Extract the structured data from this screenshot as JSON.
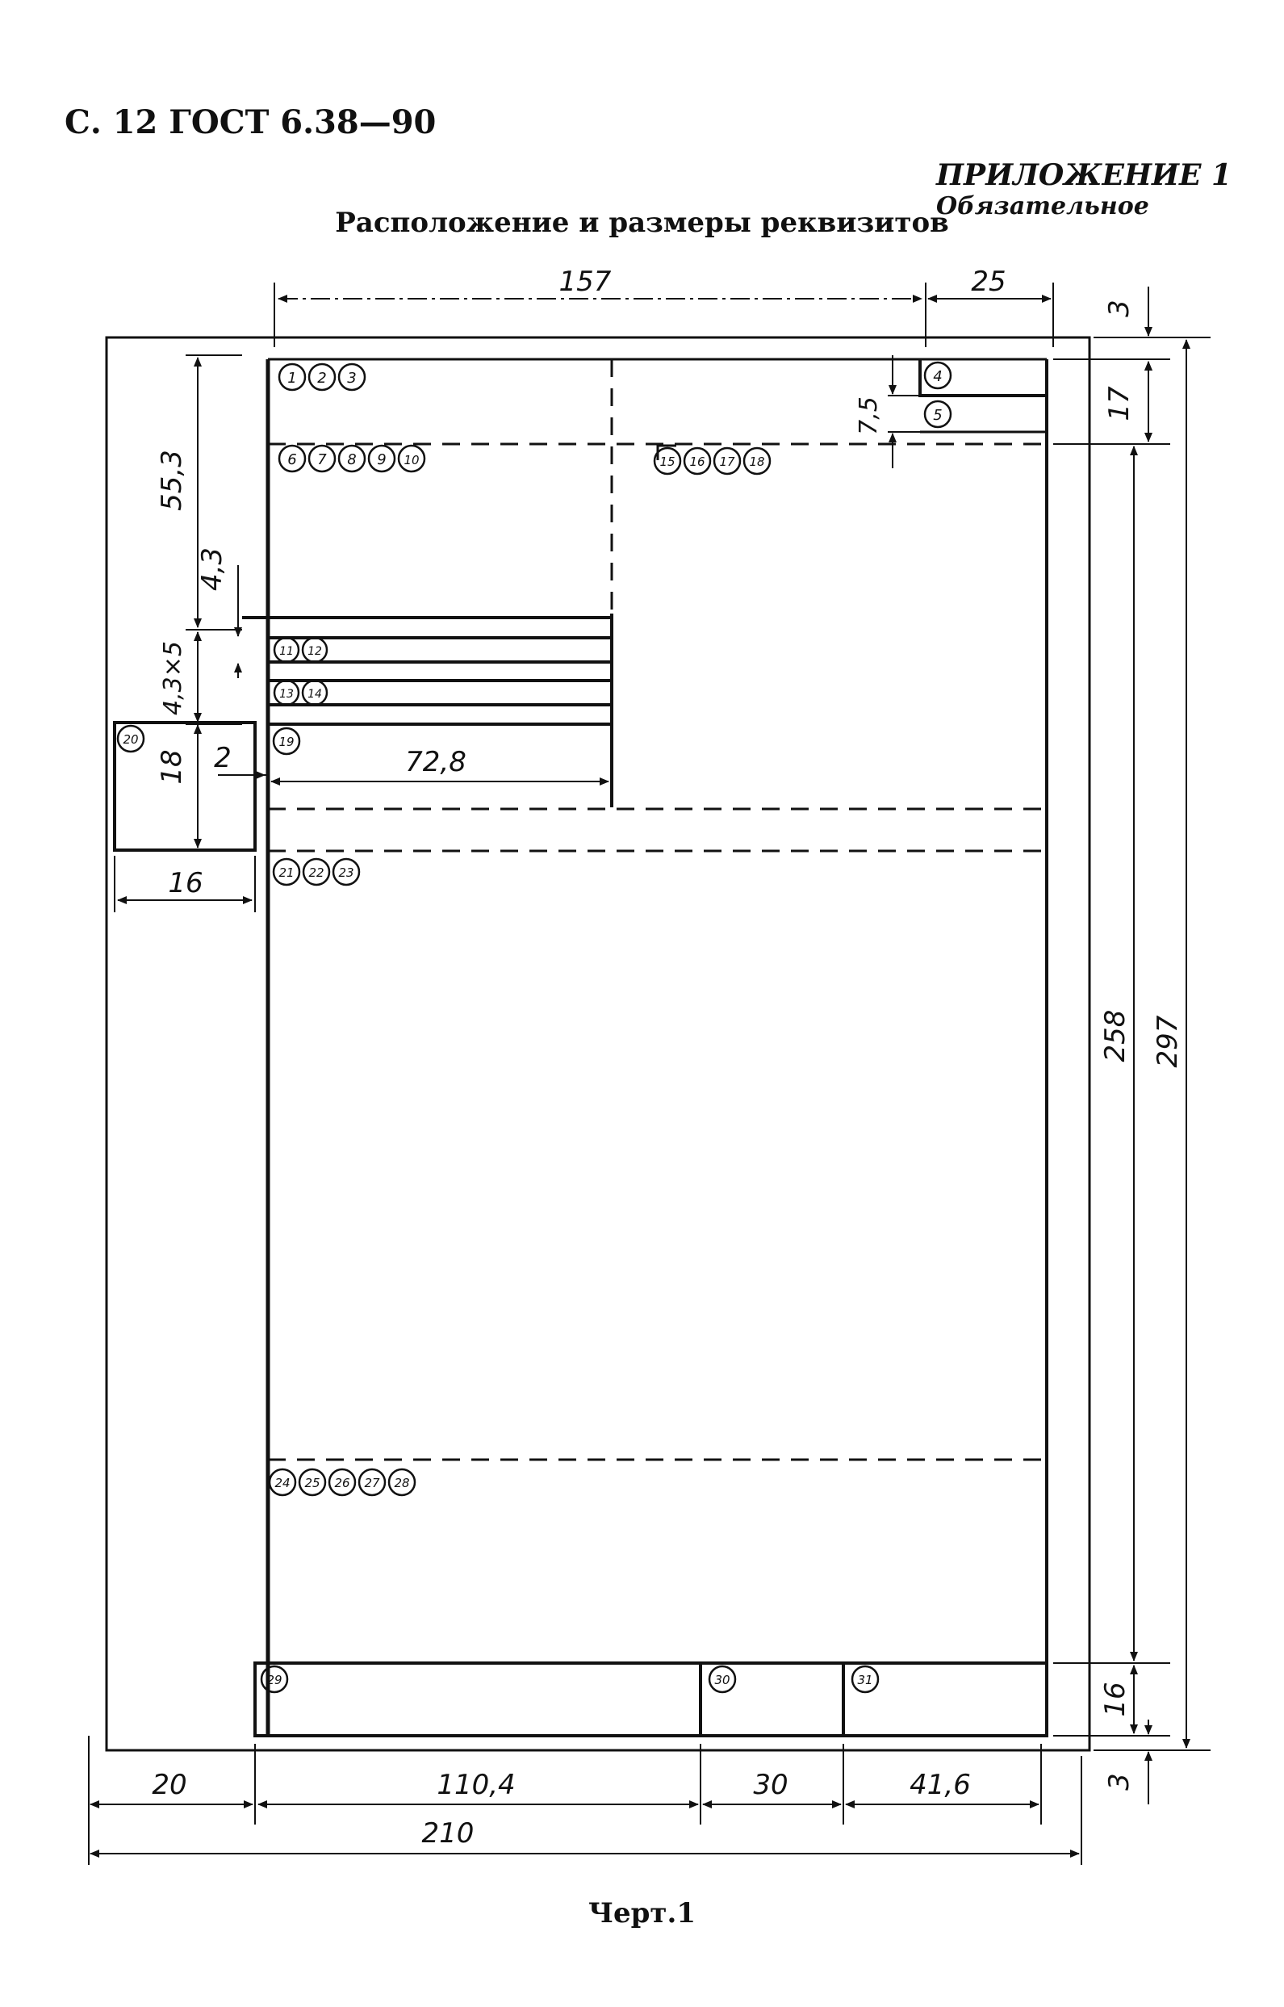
{
  "header": {
    "page_ref": "С. 12 ГОСТ 6.38—90",
    "appendix_title": "ПРИЛОЖЕНИЕ 1",
    "appendix_status": "Обязательное",
    "title": "Расположение и размеры реквизитов"
  },
  "caption": "Черт.1",
  "dimensions": {
    "d157": "157",
    "d25": "25",
    "d3_top": "3",
    "d17": "17",
    "d7_5": "7,5",
    "d55_3": "55,3",
    "d4_3": "4,3",
    "d4_3x5": "4,3×5",
    "d18": "18",
    "d2": "2",
    "d72_8": "72,8",
    "d16_h": "16",
    "d258": "258",
    "d297": "297",
    "d16_v": "16",
    "d3_bottom": "3",
    "d20": "20",
    "d110_4": "110,4",
    "d30": "30",
    "d41_6": "41,6",
    "d210": "210"
  },
  "requisites": {
    "r1": "1",
    "r2": "2",
    "r3": "3",
    "r4": "4",
    "r5": "5",
    "r6": "6",
    "r7": "7",
    "r8": "8",
    "r9": "9",
    "r10": "10",
    "r11": "11",
    "r12": "12",
    "r13": "13",
    "r14": "14",
    "r15": "15",
    "r16": "16",
    "r17": "17",
    "r18": "18",
    "r19": "19",
    "r20": "20",
    "r21": "21",
    "r22": "22",
    "r23": "23",
    "r24": "24",
    "r25": "25",
    "r26": "26",
    "r27": "27",
    "r28": "28",
    "r29": "29",
    "r30": "30",
    "r31": "31"
  }
}
